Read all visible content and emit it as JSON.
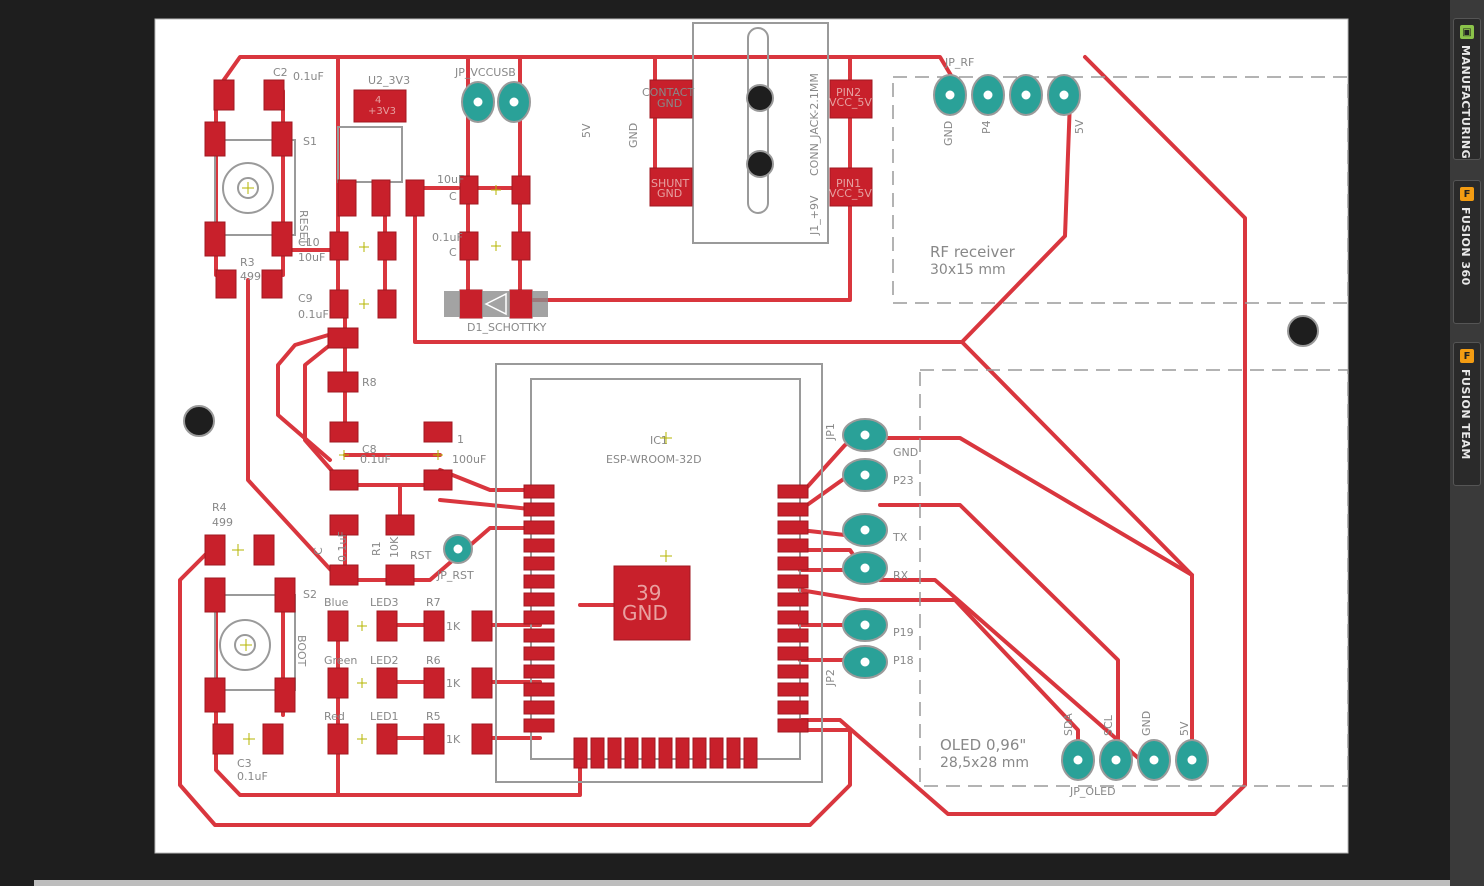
{
  "colors": {
    "board": "#ffffff",
    "copper": "#d9363e",
    "pad": "#c8202b",
    "tht": "#2aa198",
    "silk": "#888888",
    "bg": "#1e1e1e"
  },
  "silk": {
    "c2": "C2",
    "c2v": "0.1uF",
    "u2": "U2_3V3",
    "u2p": "4",
    "u2v": "+3V3",
    "jp_vccusb": "JP_VCCUSB",
    "s1": "S1",
    "reset": "RESET",
    "c10": "C10",
    "c10v": "10uF",
    "r3": "R3",
    "r3v": "499",
    "c9": "C9",
    "c9v": "0.1uF",
    "c_10uf": "10uF",
    "c_01uf": "0.1uF",
    "c_c1": "C",
    "c_c2": "C",
    "d1": "D1_SCHOTTKY",
    "r8": "R8",
    "c8": "C8",
    "c8v": "0.1uF",
    "c_100": "100uF",
    "c1": "1",
    "r4": "R4",
    "r4v": "499",
    "s2": "S2",
    "boot": "BOOT",
    "c3": "C3",
    "c3v": "0.1uF",
    "c7": "C",
    "c7v": "0.1uF",
    "r1": "R1",
    "r1v": "10K",
    "rst": "RST",
    "jp_rst": "JP_RST",
    "blue": "Blue",
    "led3": "LED3",
    "r7": "R7",
    "green": "Green",
    "led2": "LED2",
    "r6": "R6",
    "red": "Red",
    "led1": "LED1",
    "r5": "R5",
    "k1": "1K",
    "k2": "1K",
    "k3": "1K",
    "contact_gnd_1": "CONTACT",
    "contact_gnd_2": "GND",
    "shunt_gnd_1": "SHUNT",
    "shunt_gnd_2": "GND",
    "pin2_1": "PIN2",
    "pin2_2": "VCC_5V",
    "pin1_1": "PIN1",
    "pin1_2": "VCC_5V",
    "conn_jack": "CONN_JACK-2.1MM",
    "j1": "J1_+9V",
    "fivev": "5V",
    "gnd_jack": "GND",
    "jp_rf": "JP_RF",
    "rf_gnd": "GND",
    "rf_p4": "P4",
    "rf_5v": "5V",
    "rf_title": "RF receiver",
    "rf_size": "30x15 mm",
    "ic1": "IC1",
    "esp": "ESP-WROOM-32D",
    "pad39": "39",
    "padgnd": "GND",
    "jp1": "JP1",
    "jp2": "JP2",
    "h_gnd": "GND",
    "h_23": "P23",
    "h_tx": "TX",
    "h_rx": "RX",
    "h_19": "P19",
    "h_18": "P18",
    "oled_sda": "SDA",
    "oled_scl": "SCL",
    "oled_gnd": "GND",
    "oled_5v": "5V",
    "oled_title": "OLED 0,96\"",
    "oled_size": "28,5x28 mm",
    "jp_oled": "JP_OLED"
  },
  "tabs": [
    {
      "label": "MANUFACTURING",
      "icon": "manufacturing-icon",
      "icon_glyph": "▣",
      "color": "#8bc34a"
    },
    {
      "label": "FUSION 360",
      "icon": "fusion-360-icon",
      "icon_glyph": "F",
      "color": "#f39c12"
    },
    {
      "label": "FUSION TEAM",
      "icon": "fusion-team-icon",
      "icon_glyph": "F",
      "color": "#f39c12"
    }
  ]
}
